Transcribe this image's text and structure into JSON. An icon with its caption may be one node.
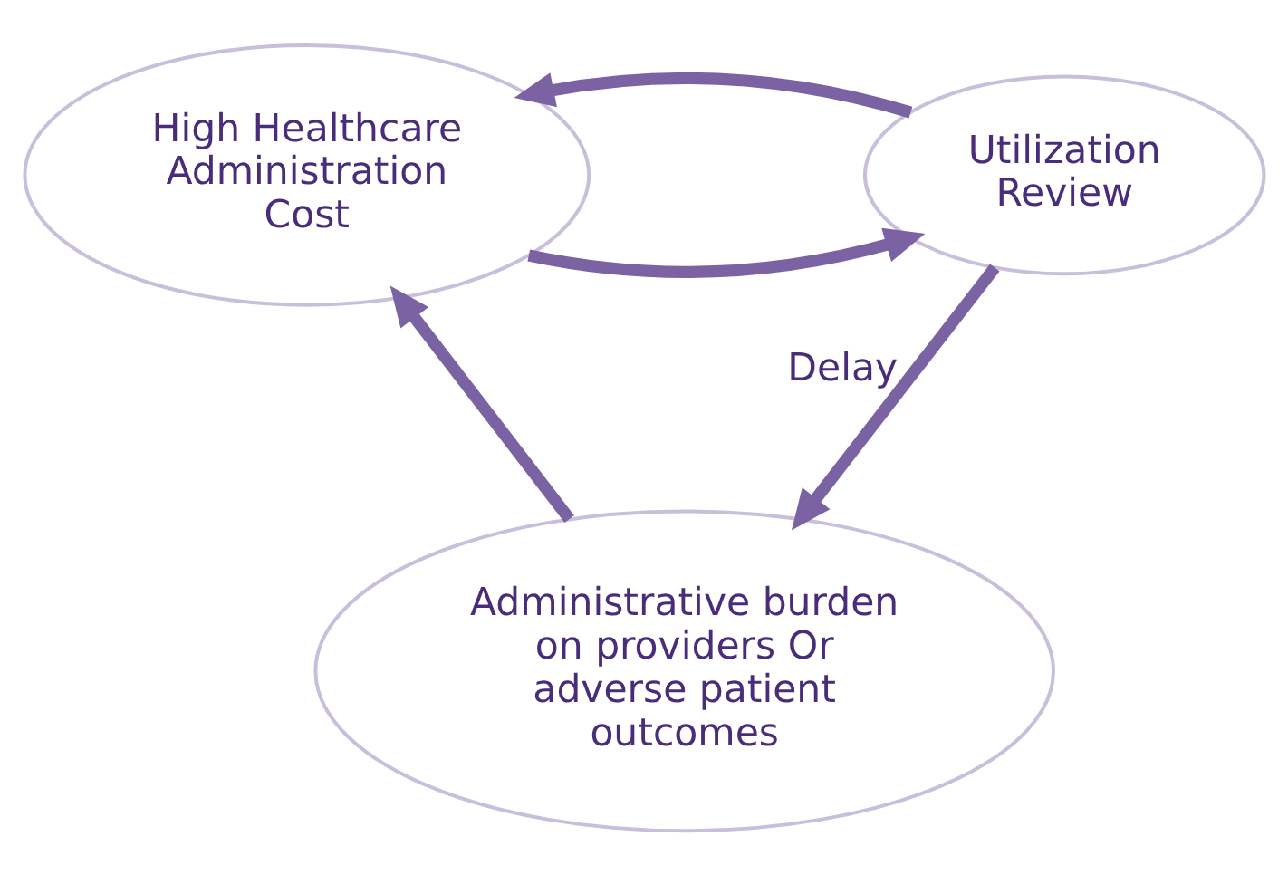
{
  "diagram": {
    "nodes": [
      {
        "text": [
          "High Healthcare Administration Cost"
        ]
      },
      {
        "text": [
          "Utilization Review"
        ]
      },
      {
        "text": [
          "Administrative burden on providers Or adverse patient outcomes"
        ]
      }
    ],
    "edges": [
      {
        "from": 0,
        "to": 1,
        "arrow": "to"
      },
      {
        "from": 1,
        "to": 0,
        "arrow": "to"
      },
      {
        "from": 1,
        "to": 2,
        "arrow": "to",
        "label": "Delay"
      },
      {
        "from": 2,
        "to": 0,
        "arrow": "to"
      }
    ]
  }
}
